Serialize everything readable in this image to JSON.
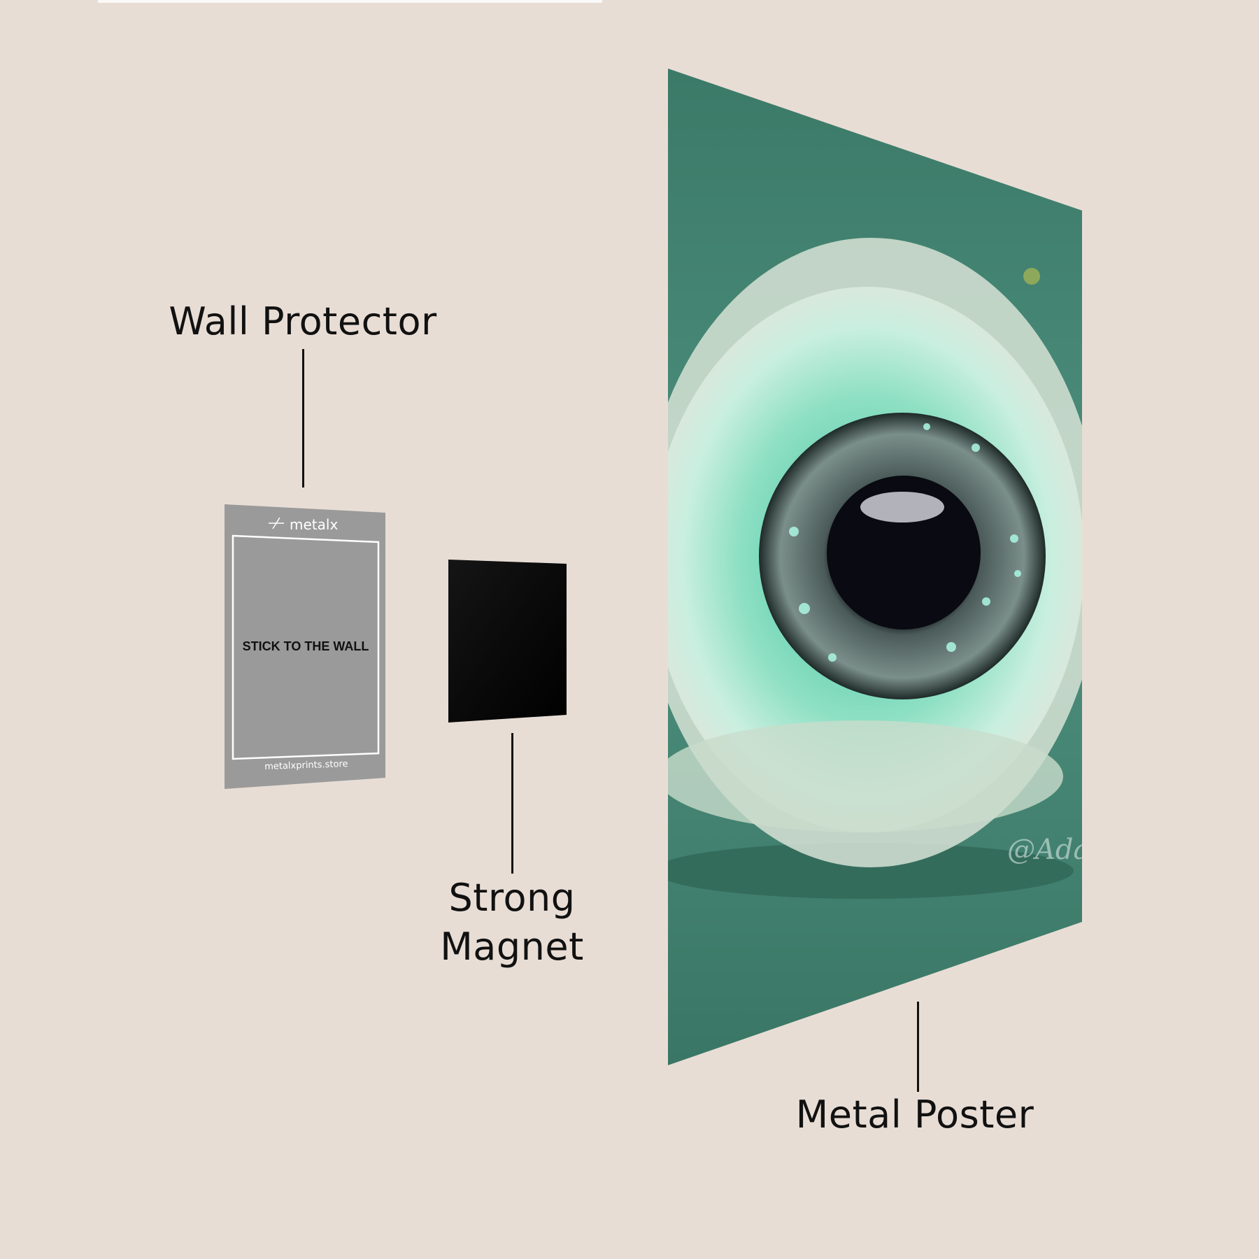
{
  "labels": {
    "wall_protector": "Wall Protector",
    "strong_magnet_line1": "Strong",
    "strong_magnet_line2": "Magnet",
    "metal_poster": "Metal Poster"
  },
  "protector": {
    "brand": "metalx",
    "text": "STICK TO THE WALL",
    "website": "metalxprints.store"
  },
  "poster": {
    "signature": "@Adaa"
  },
  "colors": {
    "background": "#e8ddd5",
    "protector": "#9a9a9a",
    "magnet": "#050505",
    "poster_bg": "#3f7d6c"
  }
}
